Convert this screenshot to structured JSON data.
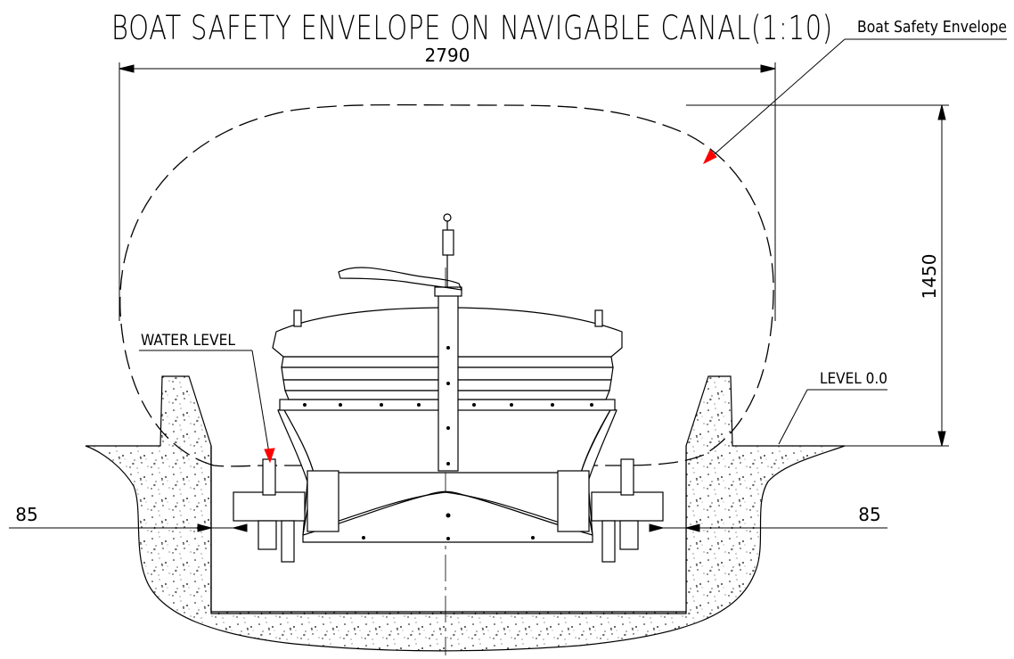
{
  "title": "BOAT SAFETY ENVELOPE ON NAVIGABLE CANAL(1:10)",
  "labels": {
    "envelope": "Boat Safety Envelope",
    "water_level": "WATER LEVEL",
    "level_zero": "LEVEL 0.0"
  },
  "dimensions": {
    "width": "2790",
    "height": "1450",
    "left_gap": "85",
    "right_gap": "85"
  },
  "colors": {
    "line": "#000000",
    "arrow": "#ff0000",
    "background": "#ffffff"
  }
}
